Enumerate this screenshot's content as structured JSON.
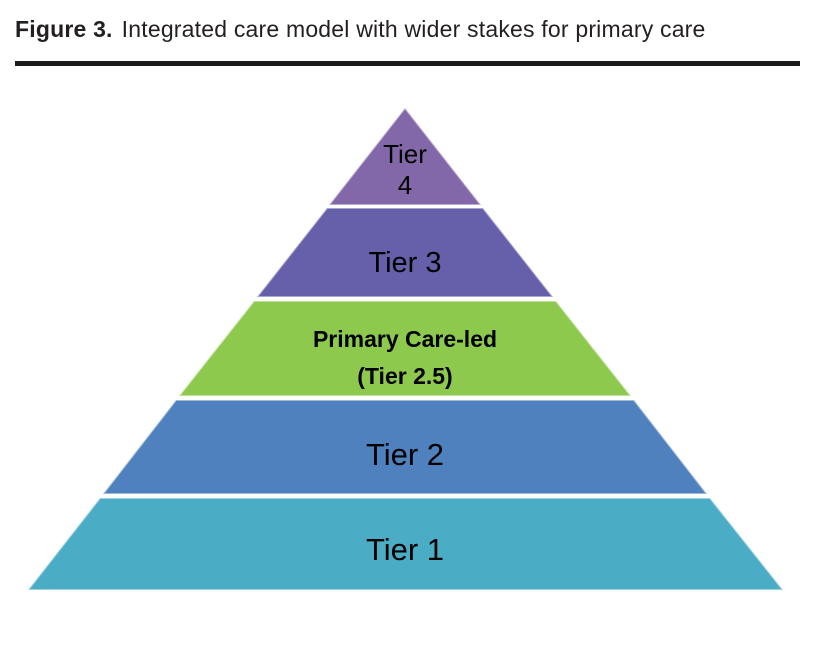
{
  "figure": {
    "label": "Figure 3.",
    "title": "Integrated care model with wider stakes for primary care"
  },
  "pyramid": {
    "tiers": [
      {
        "name": "tier-4",
        "line1": "Tier",
        "line2": "4",
        "color": "#8268A8"
      },
      {
        "name": "tier-3",
        "line1": "Tier 3",
        "color": "#6560A9"
      },
      {
        "name": "tier-2-5",
        "line1": "Primary Care-led",
        "line2": "(Tier 2.5)",
        "color": "#8DC94D"
      },
      {
        "name": "tier-2",
        "line1": "Tier 2",
        "color": "#4E81BD"
      },
      {
        "name": "tier-1",
        "line1": "Tier 1",
        "color": "#4BACC6"
      }
    ]
  }
}
